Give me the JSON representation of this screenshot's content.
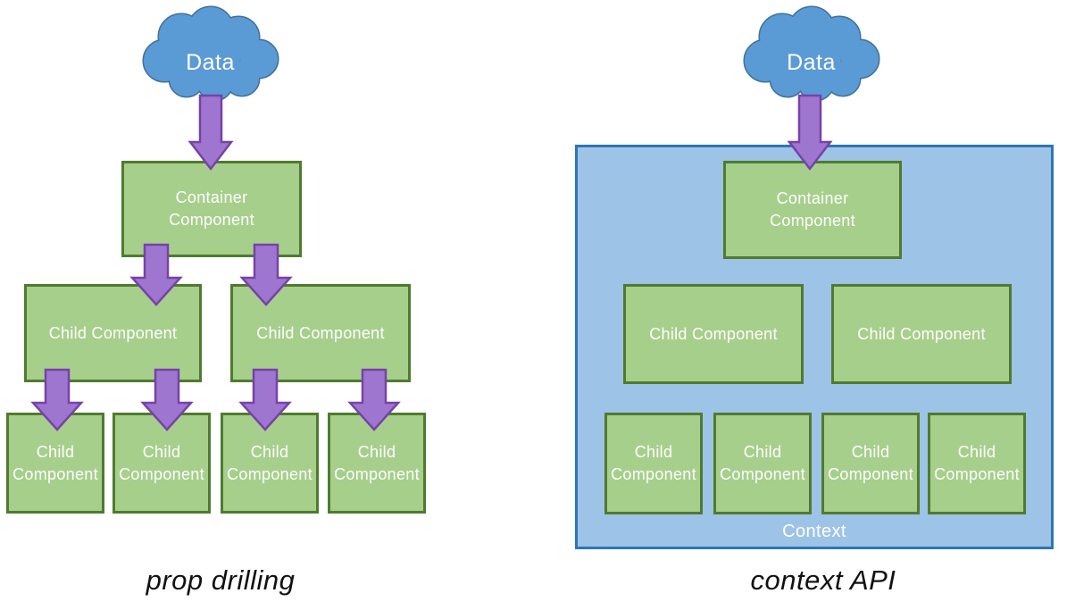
{
  "left": {
    "cloud_label": "Data",
    "container_label": "Container Component",
    "row2": [
      "Child Component",
      "Child Component"
    ],
    "row3": [
      "Child Component",
      "Child Component",
      "Child Component",
      "Child Component"
    ],
    "caption": "prop drilling"
  },
  "right": {
    "cloud_label": "Data",
    "container_label": "Container Component",
    "row2": [
      "Child Component",
      "Child Component"
    ],
    "row3": [
      "Child Component",
      "Child Component",
      "Child Component",
      "Child Component"
    ],
    "context_label": "Context",
    "caption": "context API"
  },
  "icons": {
    "cloud": "cloud-icon",
    "arrow": "arrow-down-icon"
  },
  "colors": {
    "cloud_fill": "#5B9BD5",
    "cloud_border": "#41719C",
    "box_fill": "#A7CF8C",
    "box_border": "#4F7B2F",
    "arrow_fill": "#9E76CF",
    "arrow_border": "#7742A8",
    "context_fill": "#9DC3E6",
    "context_border": "#2E75B6",
    "box_text": "#FFFFFF",
    "caption_text": "#111111"
  }
}
